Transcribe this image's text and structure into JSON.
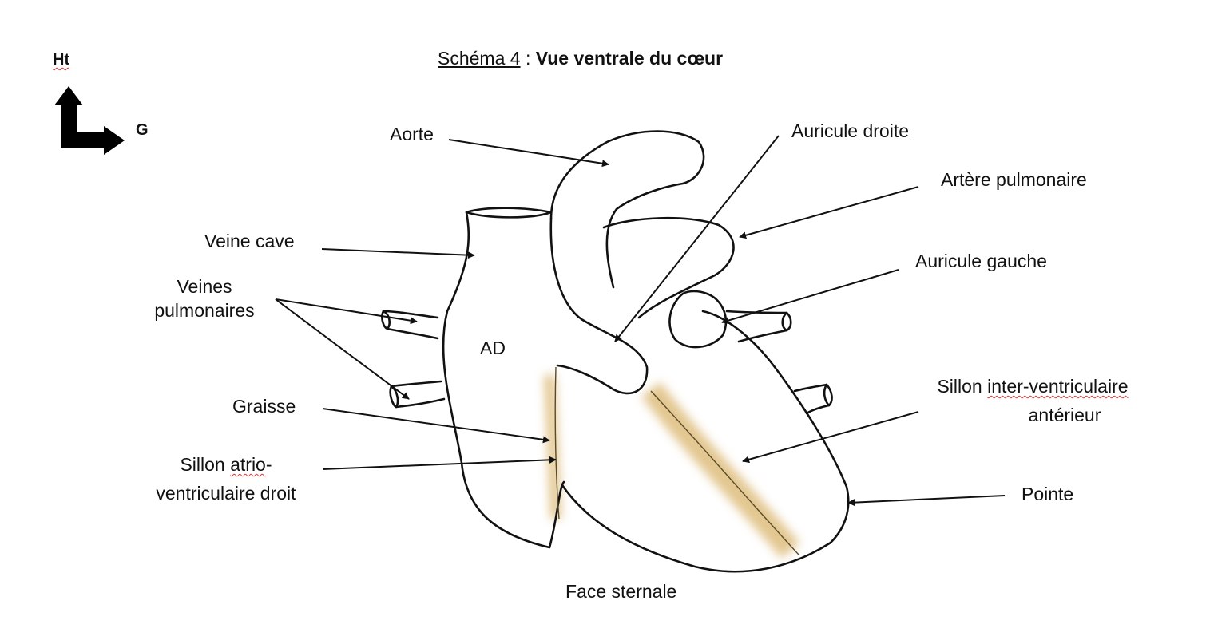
{
  "title": {
    "prefix": "Schéma 4",
    "separator": " : ",
    "main": "Vue ventrale du cœur"
  },
  "orientation": {
    "up": "Ht",
    "left": "G"
  },
  "labels": {
    "aorte": "Aorte",
    "veine_cave": "Veine cave",
    "veines_pulmonaires_1": "Veines",
    "veines_pulmonaires_2": "pulmonaires",
    "ad": "AD",
    "graisse": "Graisse",
    "sillon_av_1a": "Sillon ",
    "sillon_av_1b": "atrio",
    "sillon_av_1c": "-",
    "sillon_av_2": "ventriculaire droit",
    "auricule_droite": "Auricule droite",
    "artere_pulmonaire": "Artère pulmonaire",
    "auricule_gauche": "Auricule gauche",
    "sillon_iv_1a": "Sillon ",
    "sillon_iv_1b": "inter-ventriculaire",
    "sillon_iv_2": "antérieur",
    "pointe": "Pointe",
    "face_sternale": "Face sternale"
  },
  "colors": {
    "line": "#111111",
    "fat": "#d9b46a"
  }
}
